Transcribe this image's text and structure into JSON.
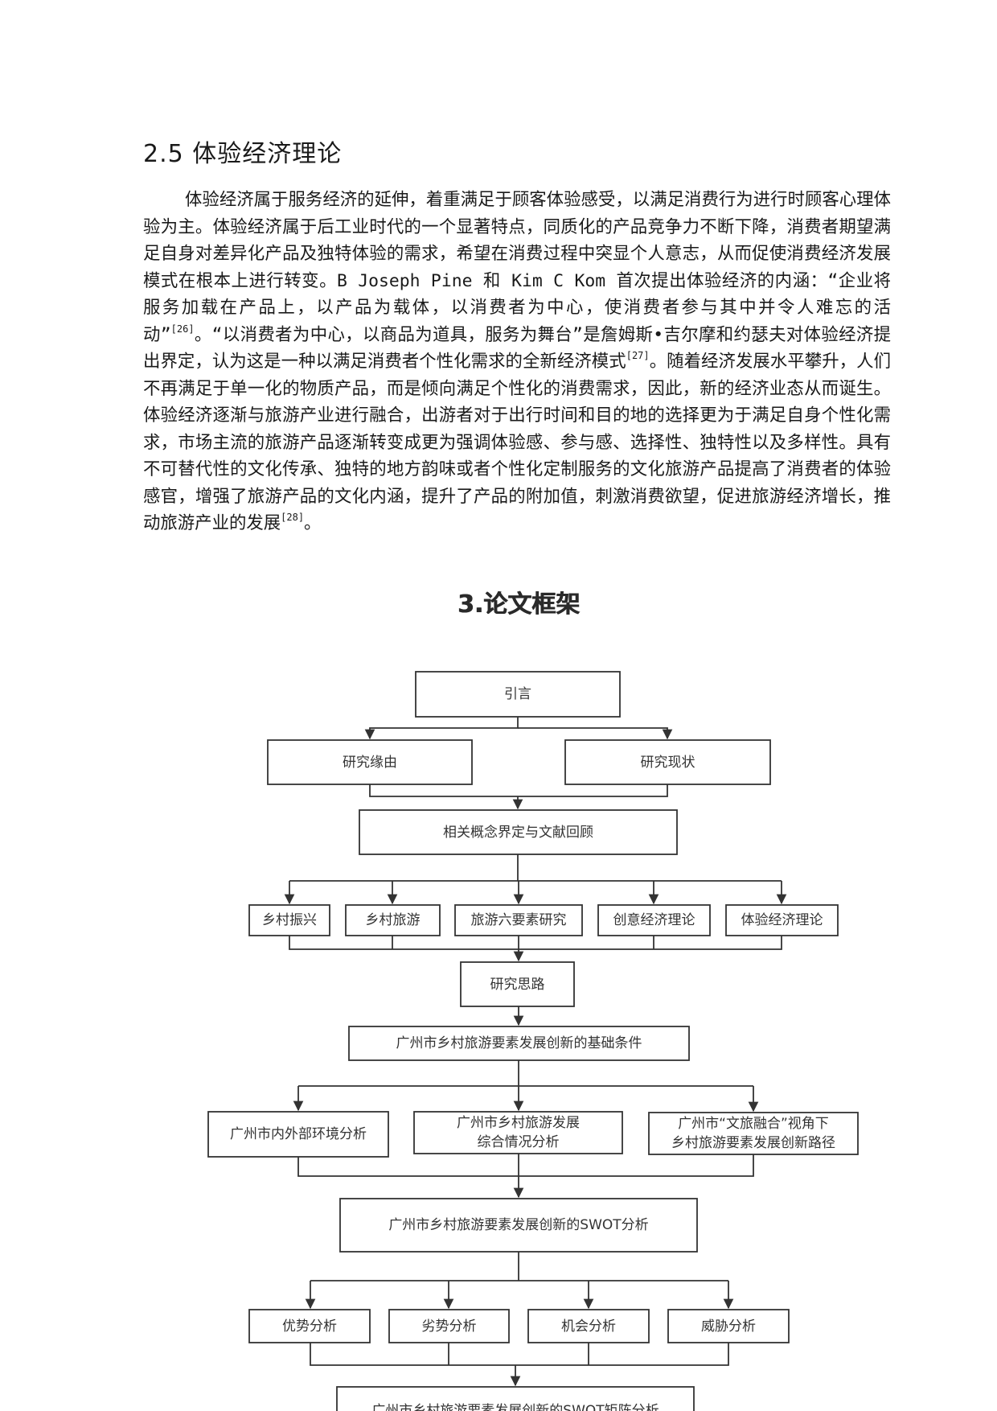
{
  "section": {
    "heading": "2.5 体验经济理论",
    "paragraph": {
      "p1": "体验经济属于服务经济的延伸，着重满足于顾客体验感受，以满足消费行为进行时顾客心理体验为主。体验经济属于后工业时代的一个显著特点，同质化的产品竞争力不断下降，消费者期望满足自身对差异化产品及独特体验的需求，希望在消费过程中突显个人意志，从而促使消费经济发展模式在根本上进行转变。B Joseph Pine 和 Kim C Kom 首次提出体验经济的内涵：“企业将服务加载在产品上，以产品为载体，以消费者为中心，使消费者参与其中并令人难忘的活动”",
      "ref1": "[26]",
      "p2": "。“以消费者为中心，以商品为道具，服务为舞台”是詹姆斯•吉尔摩和约瑟夫对体验经济提出界定，认为这是一种以满足消费者个性化需求的全新经济模式",
      "ref2": "[27]",
      "p3": "。随着经济发展水平攀升，人们不再满足于单一化的物质产品，而是倾向满足个性化的消费需求，因此，新的经济业态从而诞生。体验经济逐渐与旅游产业进行融合，出游者对于出行时间和目的地的选择更为于满足自身个性化需求，市场主流的旅游产品逐渐转变成更为强调体验感、参与感、选择性、独特性以及多样性。具有不可替代性的文化传承、独特的地方韵味或者个性化定制服务的文化旅游产品提高了消费者的体验感官，增强了旅游产品的文化内涵，提升了产品的附加值，刺激消费欲望，促进旅游经济增长，推动旅游产业的发展",
      "ref3": "[28]",
      "p4": "。"
    }
  },
  "framework": {
    "heading": "3.论文框架",
    "nodes": {
      "intro": "引言",
      "reason": "研究缘由",
      "status": "研究现状",
      "concepts": "相关概念界定与文献回顾",
      "rural_revival": "乡村振兴",
      "rural_tourism": "乡村旅游",
      "six_elements": "旅游六要素研究",
      "creative_economy": "创意经济理论",
      "experience_economy": "体验经济理论",
      "research_idea": "研究思路",
      "basic_conditions": "广州市乡村旅游要素发展创新的基础条件",
      "environment": "广州市内外部环境分析",
      "overall_situation": "广州市乡村旅游发展\n综合情况分析",
      "innovation_path": "广州市“文旅融合”视角下\n乡村旅游要素发展创新路径",
      "swot": "广州市乡村旅游要素发展创新的SWOT分析",
      "strengths": "优势分析",
      "weaknesses": "劣势分析",
      "opportunities": "机会分析",
      "threats": "威胁分析",
      "swot_matrix": "广州市乡村旅游要素发展创新的SWOT矩阵分析"
    }
  }
}
